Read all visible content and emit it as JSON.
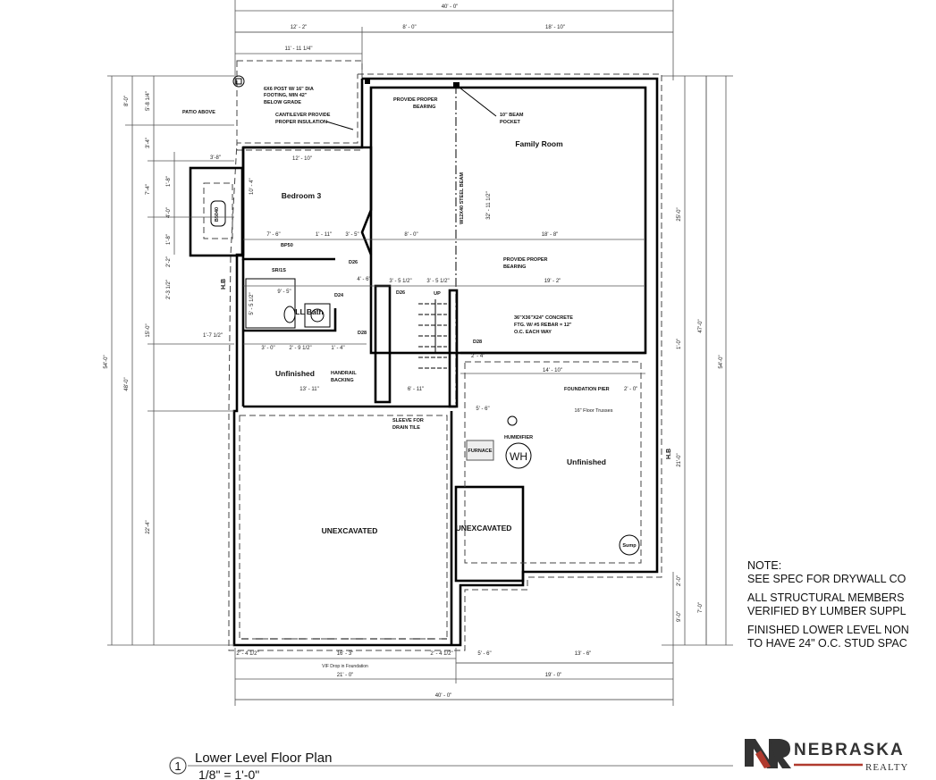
{
  "dims_top": {
    "overall": "40' - 0\"",
    "seg1": "12' - 2\"",
    "seg2": "8' - 0\"",
    "seg3": "18' - 10\"",
    "sub1": "11' - 11 1/4\""
  },
  "dims_left": {
    "overall": "54'-0\"",
    "d48": "48'-0\"",
    "d8": "8'-0\"",
    "d5": "5'-8 1/4\"",
    "d3_4": "3'-4\"",
    "d7_4": "7'-4\"",
    "d15": "15'-0\"",
    "d22_4": "22'-4\"",
    "w1": "1'-8\"",
    "w4": "4'-0\"",
    "w1b": "1'-8\"",
    "w2_2": "2'-2\"",
    "w2_3": "2'-3 1/2\"",
    "bump": "3'-8\"",
    "d1_7": "1'-7 1/2\""
  },
  "dims_right": {
    "d25": "25'-0\"",
    "d1": "1'-0\"",
    "d21": "21'-0\"",
    "d2": "2'-0\"",
    "d9": "9'-0\"",
    "d47": "47'-0\"",
    "d7": "7'-0\"",
    "d54": "54'-0\""
  },
  "dims_bottom": {
    "a": "2' - 4 1/2\"",
    "b": "16' - 3\"",
    "c": "2' - 4 1/2\"",
    "d": "5' - 6\"",
    "e": "13' - 6\"",
    "vif": "VIF Drop in Foundation",
    "f": "21' - 0\"",
    "g": "19' - 0\"",
    "overall": "40' - 0\""
  },
  "dims_interior": {
    "bed_w": "12' - 10\"",
    "bed_h": "10' - 4\"",
    "a7_6": "7' - 6\"",
    "a1_11": "1' - 11\"",
    "a3_5": "3' - 5\"",
    "a8_0": "8' - 0\"",
    "a18_8": "18' - 8\"",
    "a19_2": "19' - 2\"",
    "a9_5": "9' - 5\"",
    "a5_5": "5' - 5 1/2\"",
    "a4_6": "4' - 6\"",
    "a3_51": "3' - 5 1/2\"",
    "a3_52": "3' - 5 1/2\"",
    "a3_0": "3' - 0\"",
    "a2_9": "2' - 9 1/2\"",
    "a1_4": "1' - 4\"",
    "a13_11": "13' - 11\"",
    "a6_11": "6' - 11\"",
    "a14_10": "14' - 10\"",
    "a2_4": "2' - 4\"",
    "a2_0": "2' - 0\"",
    "a5_6": "5' - 6\"",
    "beam_len": "32' - 11 1/2\""
  },
  "labels": {
    "post": [
      "6X6 POST W/ 16\" DIA",
      "FOOTING, MIN 42\"",
      "BELOW GRADE"
    ],
    "patio": "PATIO ABOVE",
    "cantilever": [
      "CANTILEVER PROVIDE",
      "PROPER INSULATION"
    ],
    "bearing1": [
      "PROVIDE PROPER",
      "BEARING"
    ],
    "beam_pocket": [
      "10\" BEAM",
      "POCKET"
    ],
    "steel_beam": "W12X40 STEEL BEAM",
    "bearing2": [
      "PROVIDE PROPER",
      "BEARING"
    ],
    "footing": [
      "36\"X36\"X24\" CONCRETE",
      "FTG. W/ #5 REBAR = 12\"",
      "O.C. EACH WAY"
    ],
    "handrail": [
      "HANDRAIL",
      "BACKING"
    ],
    "sleeve": [
      "SLEEVE FOR",
      "DRAIN TILE"
    ],
    "foundation_pier": "FOUNDATION PIER",
    "trusses": "16\" Floor Trusses",
    "humidifier": "HUMIDIFIER",
    "furnace": "FURNACE",
    "wh": "WH",
    "sump": "Sump",
    "up": "UP",
    "window": "B5040",
    "bp": "BP50",
    "shelf": "SR/1S",
    "hb_left": "H.B",
    "hb_right": "H.B",
    "doors": [
      "D26",
      "D24",
      "D26",
      "D28",
      "D28"
    ]
  },
  "rooms": {
    "family": "Family Room",
    "bedroom": "Bedroom 3",
    "bath": "LL Bath",
    "unfinished_left": "Unfinished",
    "unfinished_right": "Unfinished",
    "unexc_big": "UNEXCAVATED",
    "unexc_small": "UNEXCAVATED"
  },
  "notes": [
    "NOTE:",
    "SEE SPEC FOR DRYWALL CO",
    "ALL STRUCTURAL MEMBERS",
    "VERIFIED BY LUMBER SUPPL",
    "FINISHED LOWER LEVEL NON",
    "TO HAVE 24\" O.C. STUD SPAC"
  ],
  "title": {
    "number": "1",
    "name": "Lower Level Floor Plan",
    "scale": "1/8\" = 1'-0\""
  },
  "logo": {
    "mark": "NR",
    "name": "NEBRASKA",
    "sub": "REALTY",
    "accent": "#b03a2e"
  }
}
